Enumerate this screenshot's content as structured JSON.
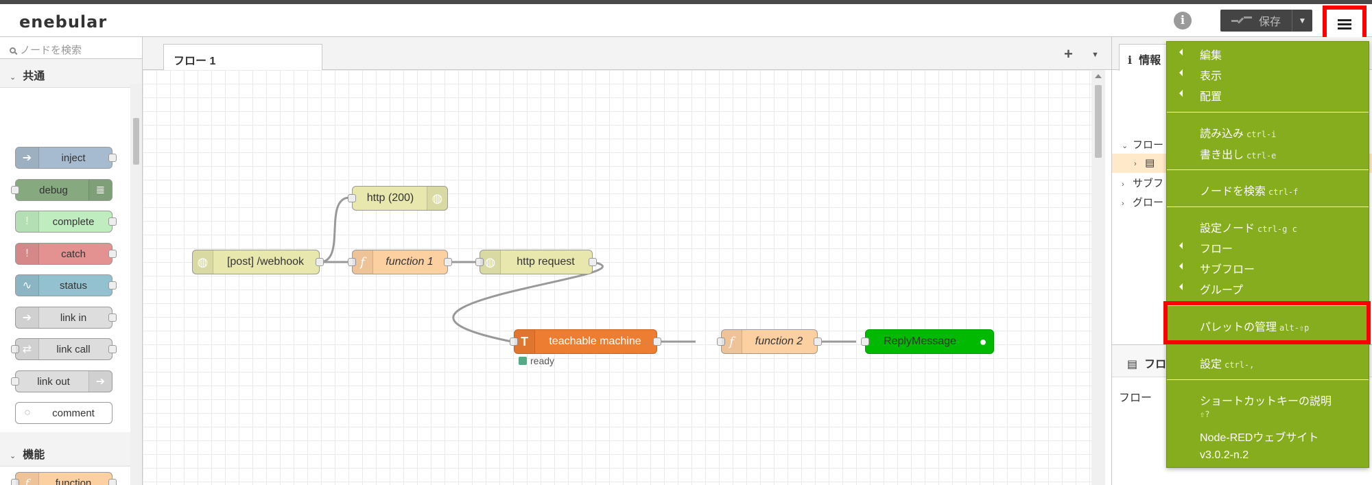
{
  "header": {
    "logo": "enebular",
    "deploy_label": "保存"
  },
  "palette": {
    "search_placeholder": "ノードを検索",
    "categories": [
      {
        "name": "共通",
        "nodes": [
          {
            "label": "inject",
            "color": "#a6bbcf",
            "icon": "arrow-icon"
          },
          {
            "label": "debug",
            "color": "#87a980",
            "icon": "list-icon"
          },
          {
            "label": "complete",
            "color": "#c0edc0",
            "icon": "exclamation-icon"
          },
          {
            "label": "catch",
            "color": "#e49191",
            "icon": "exclamation-icon"
          },
          {
            "label": "status",
            "color": "#94c1d0",
            "icon": "pulse-icon"
          },
          {
            "label": "link in",
            "color": "#dddddd",
            "icon": "link-icon"
          },
          {
            "label": "link call",
            "color": "#dddddd",
            "icon": "link-icon"
          },
          {
            "label": "link out",
            "color": "#dddddd",
            "icon": "link-icon"
          },
          {
            "label": "comment",
            "color": "#ffffff",
            "icon": "comment-icon"
          }
        ]
      },
      {
        "name": "機能",
        "nodes": [
          {
            "label": "function",
            "color": "#fdd0a2",
            "icon": "function-icon"
          }
        ]
      }
    ]
  },
  "workspace": {
    "tab_label": "フロー 1",
    "nodes": [
      {
        "label": "http (200)",
        "color": "#e7e7ae",
        "icon": "globe-icon"
      },
      {
        "label": "[post] /webhook",
        "color": "#e7e7ae",
        "icon": "globe-icon"
      },
      {
        "label": "function 1",
        "color": "#fdd0a2",
        "icon": "function-icon"
      },
      {
        "label": "http request",
        "color": "#e7e7ae",
        "icon": "globe-icon"
      },
      {
        "label": "teachable machine",
        "color": "#ed7d31",
        "icon": "tensorflow-icon"
      },
      {
        "label": "function 2",
        "color": "#fdd0a2",
        "icon": "function-icon"
      },
      {
        "label": "ReplyMessage",
        "color": "#00b900",
        "icon": "speech-bubble-icon"
      }
    ],
    "status_text": "ready"
  },
  "sidebar": {
    "tab_label": "情報",
    "tree": [
      "フロー",
      "サブフ",
      "グロー"
    ],
    "bottom_header": "フロ",
    "bottom_row": "フロー"
  },
  "menu": {
    "items": {
      "edit": "編集",
      "view": "表示",
      "arrange": "配置",
      "import": "読み込み",
      "import_key": "ctrl-i",
      "export": "書き出し",
      "export_key": "ctrl-e",
      "search": "ノードを検索",
      "search_key": "ctrl-f",
      "config": "設定ノード",
      "config_key": "ctrl-g c",
      "flows": "フロー",
      "subflows": "サブフロー",
      "groups": "グループ",
      "palette": "パレットの管理",
      "palette_key": "alt-⇧p",
      "settings": "設定",
      "settings_key": "ctrl-,",
      "shortcuts": "ショートカットキーの説明",
      "shortcuts_key": "⇧?",
      "website": "Node-REDウェブサイト",
      "version": "v3.0.2-n.2"
    }
  },
  "colors": {
    "menu_bg": "#86ad1e",
    "highlight": "#ff0000"
  }
}
